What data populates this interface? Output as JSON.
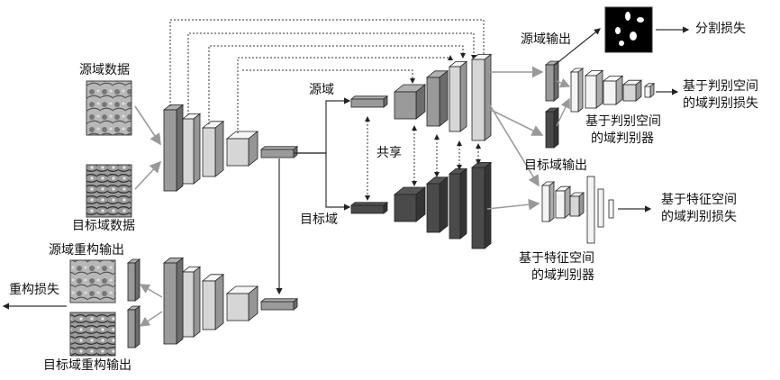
{
  "labels": {
    "source_data": "源域数据",
    "target_data": "目标域数据",
    "source_recon_output": "源域重构输出",
    "target_recon_output": "目标域重构输出",
    "recon_loss": "重构损失",
    "source_domain": "源域",
    "target_domain": "目标域",
    "shared": "共享",
    "source_output": "源域输出",
    "target_output": "目标域输出",
    "seg_loss": "分割损失",
    "output_disc_loss_1": "基于判别空间",
    "output_disc_loss_2": "的域判别损失",
    "output_disc_1": "基于判别空间",
    "output_disc_2": "的域判别器",
    "feat_disc_loss_1": "基于特征空间",
    "feat_disc_loss_2": "的域判别损失",
    "feat_disc_1": "基于特征空间",
    "feat_disc_2": "的域判别器"
  },
  "colors": {
    "light_block": "#d6d6d6",
    "mid_block": "#9a9a9a",
    "dark_block": "#4a4a4a",
    "white_block": "#f4f4f4",
    "line": "#333333",
    "arrow_gray": "#9a9a9a"
  }
}
